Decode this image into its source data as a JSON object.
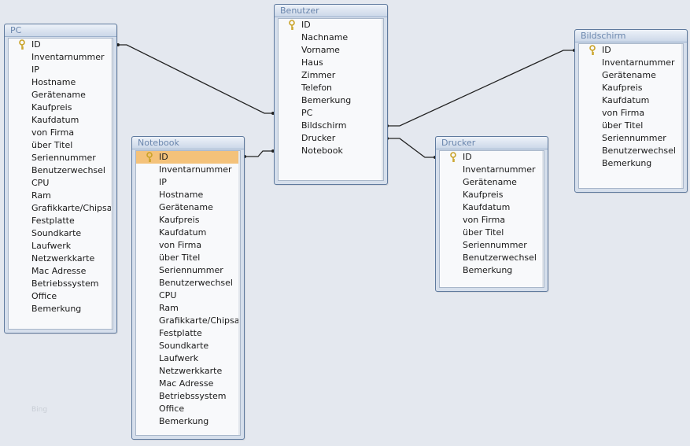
{
  "window": {
    "title": "Beziehungen"
  },
  "tables": {
    "pc": {
      "title": "PC",
      "fields": [
        "ID",
        "Inventarnummer",
        "IP",
        "Hostname",
        "Gerätename",
        "Kaufpreis",
        "Kaufdatum",
        "von Firma",
        "über Titel",
        "Seriennummer",
        "Benutzerwechsel",
        "CPU",
        "Ram",
        "Grafikkarte/Chipsatz",
        "Festplatte",
        "Soundkarte",
        "Laufwerk",
        "Netzwerkkarte",
        "Mac Adresse",
        "Betriebssystem",
        "Office",
        "Bemerkung"
      ],
      "primary_key": "ID"
    },
    "notebook": {
      "title": "Notebook",
      "fields": [
        "ID",
        "Inventarnummer",
        "IP",
        "Hostname",
        "Gerätename",
        "Kaufpreis",
        "Kaufdatum",
        "von Firma",
        "über Titel",
        "Seriennummer",
        "Benutzerwechsel",
        "CPU",
        "Ram",
        "Grafikkarte/Chipsatz",
        "Festplatte",
        "Soundkarte",
        "Laufwerk",
        "Netzwerkkarte",
        "Mac Adresse",
        "Betriebssystem",
        "Office",
        "Bemerkung"
      ],
      "primary_key": "ID",
      "selected_field": "ID"
    },
    "benutzer": {
      "title": "Benutzer",
      "fields": [
        "ID",
        "Nachname",
        "Vorname",
        "Haus",
        "Zimmer",
        "Telefon",
        "Bemerkung",
        "PC",
        "Bildschirm",
        "Drucker",
        "Notebook"
      ],
      "primary_key": "ID"
    },
    "drucker": {
      "title": "Drucker",
      "fields": [
        "ID",
        "Inventarnummer",
        "Gerätename",
        "Kaufpreis",
        "Kaufdatum",
        "von Firma",
        "über Titel",
        "Seriennummer",
        "Benutzerwechsel",
        "Bemerkung"
      ],
      "primary_key": "ID"
    },
    "bildschirm": {
      "title": "Bildschirm",
      "fields": [
        "ID",
        "Inventarnummer",
        "Gerätename",
        "Kaufpreis",
        "Kaufdatum",
        "von Firma",
        "über Titel",
        "Seriennummer",
        "Benutzerwechsel",
        "Bemerkung"
      ],
      "primary_key": "ID"
    }
  },
  "relationships": [
    {
      "from": "PC.ID",
      "to": "Benutzer.PC"
    },
    {
      "from": "Notebook.ID",
      "to": "Benutzer.Notebook"
    },
    {
      "from": "Bildschirm.ID",
      "to": "Benutzer.Bildschirm"
    },
    {
      "from": "Drucker.ID",
      "to": "Benutzer.Drucker"
    }
  ],
  "watermark": "Bing",
  "colors": {
    "background": "#e4e8ef",
    "table_border": "#5f7a9e",
    "title_text": "#6a86ad",
    "selected_row": "#f4c27a",
    "relationship_line": "#222222",
    "key_icon": "#c9a227"
  },
  "icons": {
    "primary_key": "key-icon"
  }
}
